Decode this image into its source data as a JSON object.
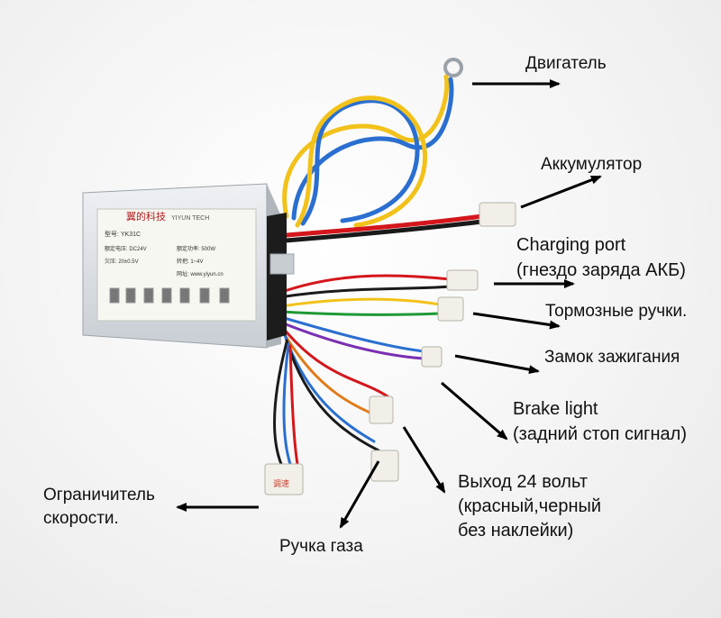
{
  "controller": {
    "brand_cn": "翼的科技",
    "brand_en": "YIYUN TECH",
    "model": "型号: YK31C",
    "spec_voltage": "额定电压: DC24V",
    "spec_power": "额定功率: 500W",
    "spec_under": "欠压: 20±0.5V",
    "spec_ratio": "转把: 1~4V",
    "website": "网址: www.yiyun.cn"
  },
  "connector_sticker": "调速",
  "labels": {
    "motor": "Двигатель",
    "battery": "Аккумулятор",
    "charging_line1": "Charging port",
    "charging_line2": "(гнездо заряда АКБ)",
    "brake": "Тормозные ручки.",
    "ignition": "Замок зажигания",
    "brake_light_line1": "Brake light",
    "brake_light_line2": "(задний стоп сигнал)",
    "output_line1": "Выход 24 вольт",
    "output_line2": "(красный,черный",
    "output_line3": "без наклейки)",
    "speed_line1": "Ограничитель",
    "speed_line2": "скорости.",
    "throttle": "Ручка газа"
  }
}
